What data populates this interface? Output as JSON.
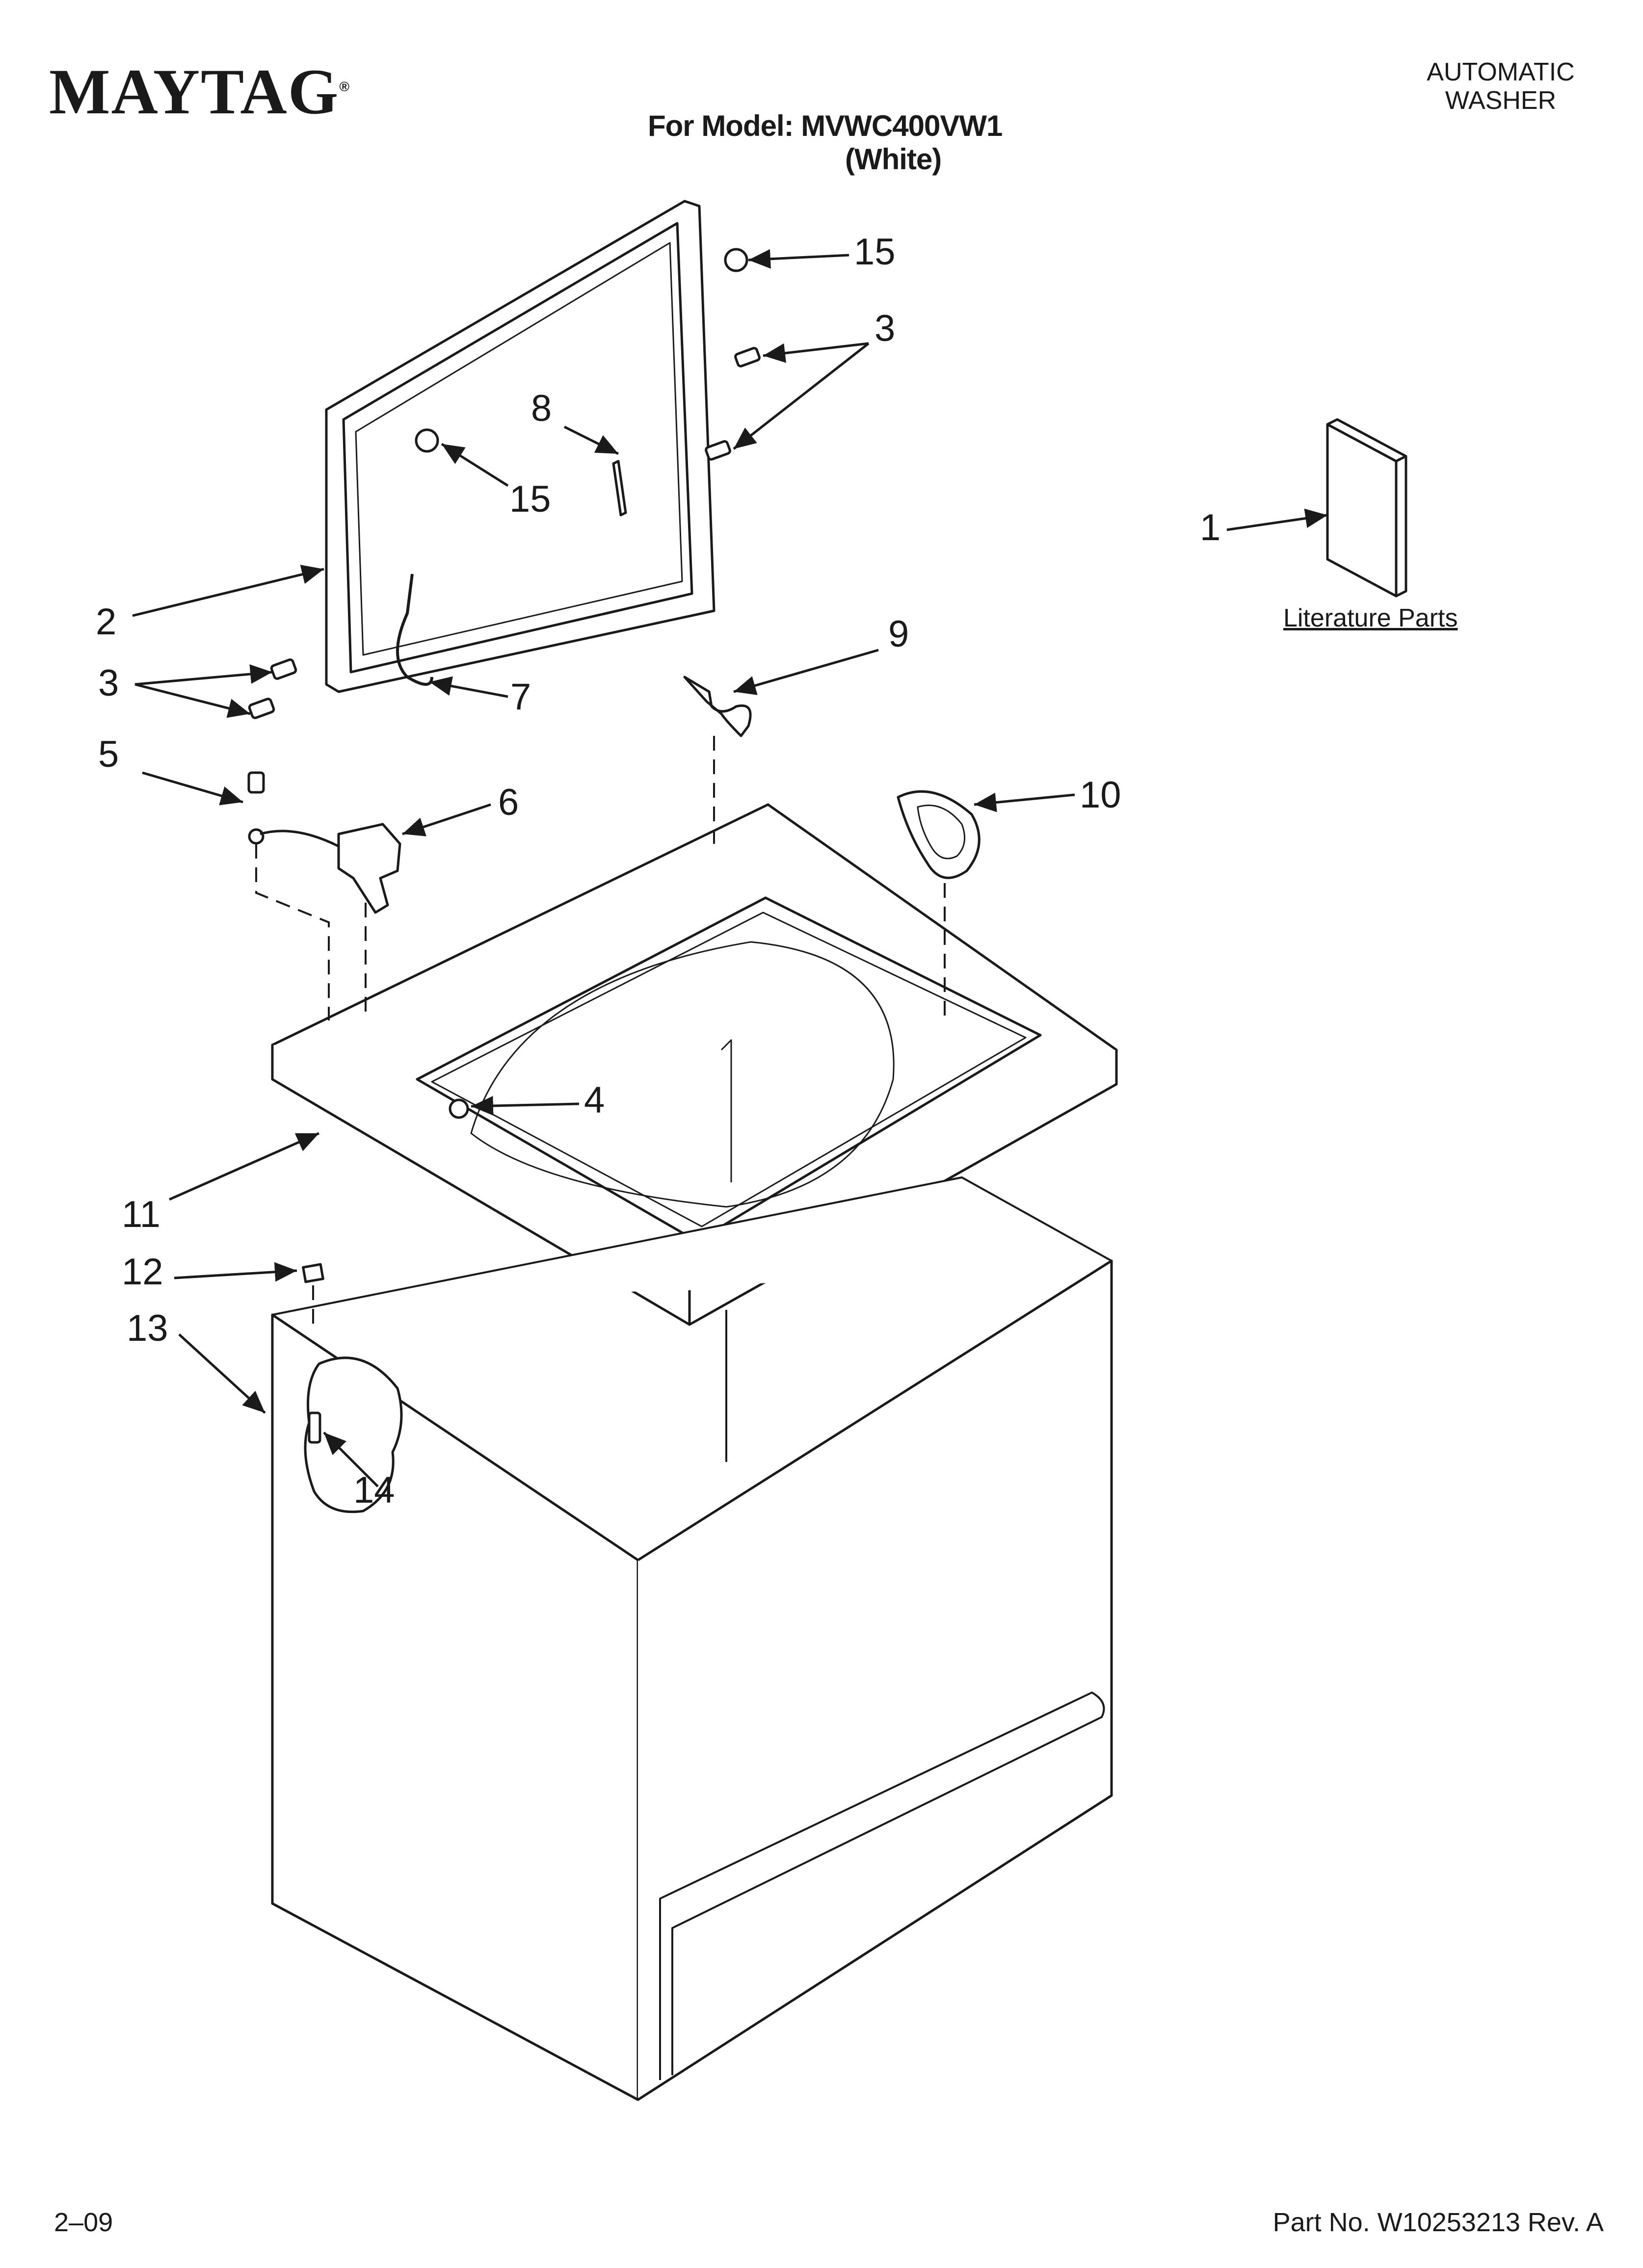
{
  "header": {
    "brand": "MAYTAG",
    "brand_mark": "®",
    "product_type_line1": "AUTOMATIC",
    "product_type_line2": "WASHER",
    "model_line": "For Model: MVWC400VW1",
    "color_variant": "(White)"
  },
  "literature": {
    "label": "Literature Parts"
  },
  "callouts": [
    "1",
    "2",
    "3",
    "3",
    "4",
    "5",
    "6",
    "7",
    "8",
    "9",
    "10",
    "11",
    "12",
    "13",
    "14",
    "15",
    "15"
  ],
  "footer": {
    "date_code": "2–09",
    "part_number": "Part No. W10253213 Rev. A"
  }
}
